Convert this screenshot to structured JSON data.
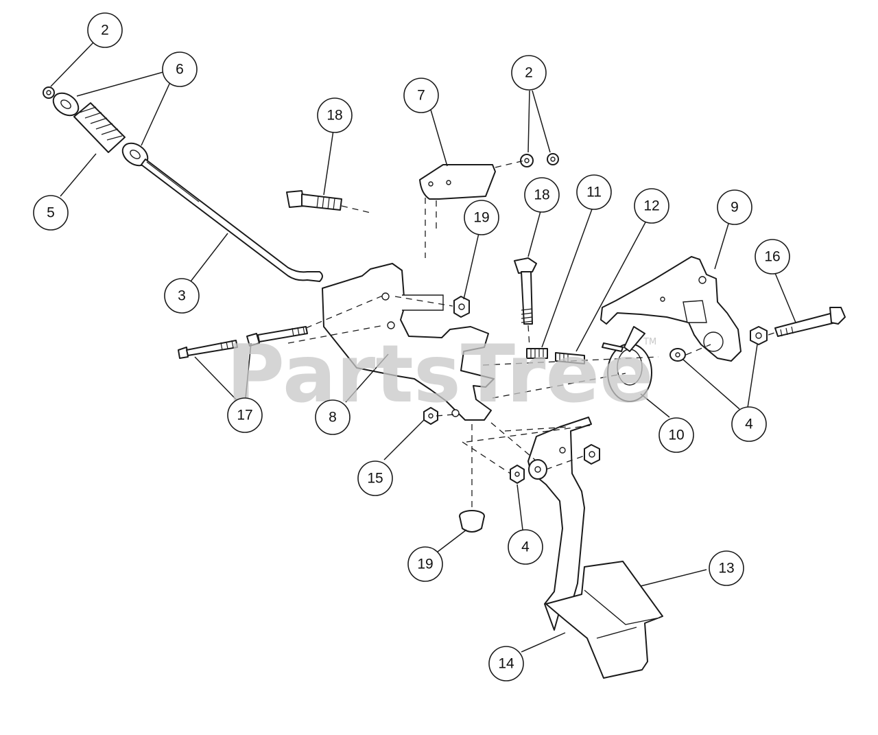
{
  "watermark": {
    "text": "PartsTree",
    "tm": "TM"
  },
  "callouts": [
    {
      "id": "c-2a",
      "label": "2"
    },
    {
      "id": "c-6",
      "label": "6"
    },
    {
      "id": "c-5",
      "label": "5"
    },
    {
      "id": "c-3",
      "label": "3"
    },
    {
      "id": "c-18a",
      "label": "18"
    },
    {
      "id": "c-7",
      "label": "7"
    },
    {
      "id": "c-2b",
      "label": "2"
    },
    {
      "id": "c-19a",
      "label": "19"
    },
    {
      "id": "c-18b",
      "label": "18"
    },
    {
      "id": "c-11",
      "label": "11"
    },
    {
      "id": "c-12",
      "label": "12"
    },
    {
      "id": "c-9",
      "label": "9"
    },
    {
      "id": "c-16",
      "label": "16"
    },
    {
      "id": "c-17",
      "label": "17"
    },
    {
      "id": "c-8",
      "label": "8"
    },
    {
      "id": "c-10",
      "label": "10"
    },
    {
      "id": "c-4a",
      "label": "4"
    },
    {
      "id": "c-15",
      "label": "15"
    },
    {
      "id": "c-4b",
      "label": "4"
    },
    {
      "id": "c-19b",
      "label": "19"
    },
    {
      "id": "c-13",
      "label": "13"
    },
    {
      "id": "c-14",
      "label": "14"
    }
  ]
}
